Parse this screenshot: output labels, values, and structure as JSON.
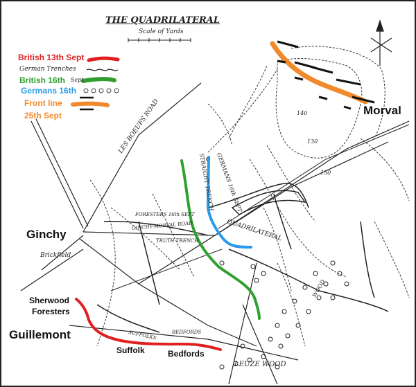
{
  "title": "THE QUADRILATERAL",
  "scale_label": "Scale of Yards",
  "legend": {
    "british_13": "British 13th Sept",
    "german_trenches": "German Trenches",
    "british_16": "British 16th",
    "british_16_suffix": "Sept",
    "germans_16": "Germans  16th",
    "front_line": "Front line",
    "front_line_date": "25th Sept"
  },
  "colors": {
    "british_13": "#e02020",
    "british_16": "#2fa02f",
    "germans_16": "#2a9bea",
    "front_line": "#f08a2c",
    "ink": "#222222"
  },
  "places": {
    "morval": "Morval",
    "ginchy": "Ginchy",
    "guillemont": "Guillemont",
    "sherwood": "Sherwood",
    "foresters": "Foresters",
    "suffolk": "Suffolk",
    "bedfords": "Bedfords"
  },
  "map_labels": {
    "les_boeufs_road": "LES BOEUFS ROAD",
    "straight_trench": "STRAIGHT TRENCH",
    "germans_16_sept": "GERMANS 16th SEPT",
    "foresters_16": "FORESTERS 16th SEPT",
    "ginchy_morval_road": "GINCHY-MORVAL ROAD",
    "quadrilateral": "QUADRILATERAL",
    "truth_trench": "TRUTH TRENCH",
    "brickfield": "Brickfield",
    "leuze_wood": "LEUZE WOOD",
    "suffolks": "SUFFOLKS",
    "bedfords_small": "BEDFORDS",
    "wood": "WOOD",
    "contour_140": "140",
    "contour_130": "130",
    "contour_150": "150"
  }
}
